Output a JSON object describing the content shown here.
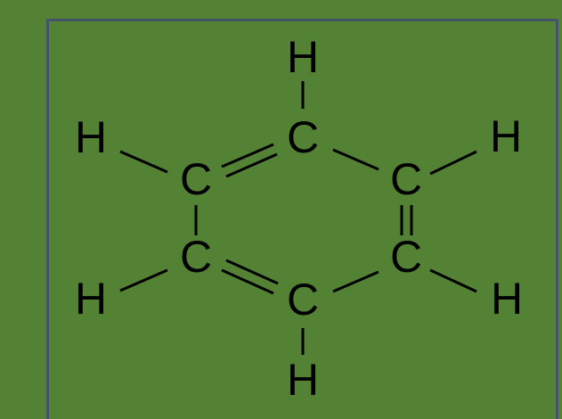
{
  "diagram": {
    "atoms": {
      "h_top": "H",
      "c_top": "C",
      "h_upper_left": "H",
      "c_upper_left": "C",
      "h_upper_right": "H",
      "c_upper_right": "C",
      "h_lower_left": "H",
      "c_lower_left": "C",
      "h_lower_right": "H",
      "c_lower_right": "C",
      "c_bottom": "C",
      "h_bottom": "H"
    },
    "colors": {
      "background": "#548235",
      "frame": "#44546a",
      "ink": "#000000"
    }
  }
}
